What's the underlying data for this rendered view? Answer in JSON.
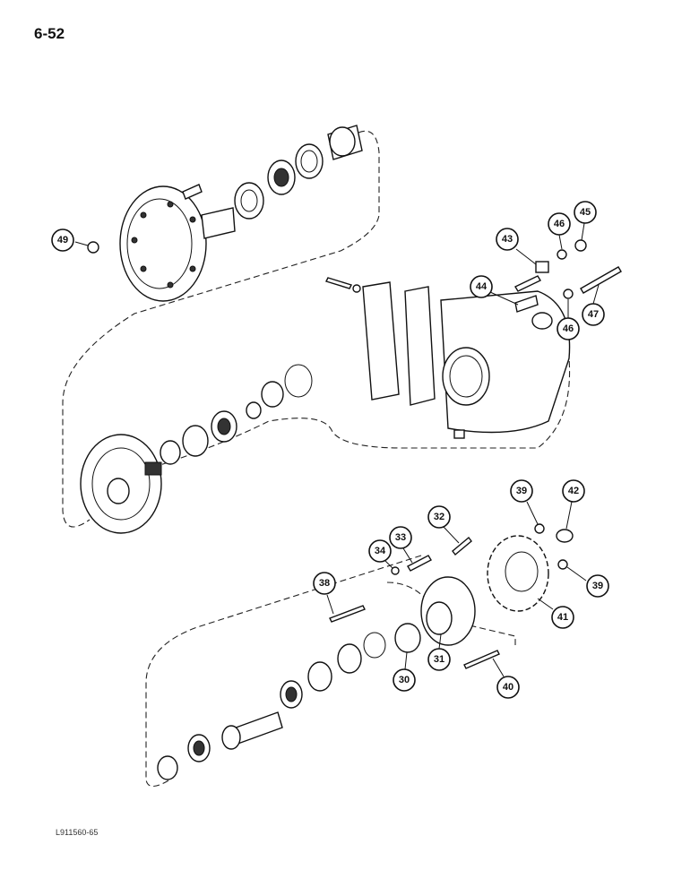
{
  "page_number": "6-52",
  "figure_code": "L911560-65",
  "callouts": [
    "49",
    "43",
    "46",
    "45",
    "44",
    "46",
    "47",
    "32",
    "39",
    "42",
    "34",
    "33",
    "38",
    "39",
    "41",
    "31",
    "30",
    "40"
  ]
}
